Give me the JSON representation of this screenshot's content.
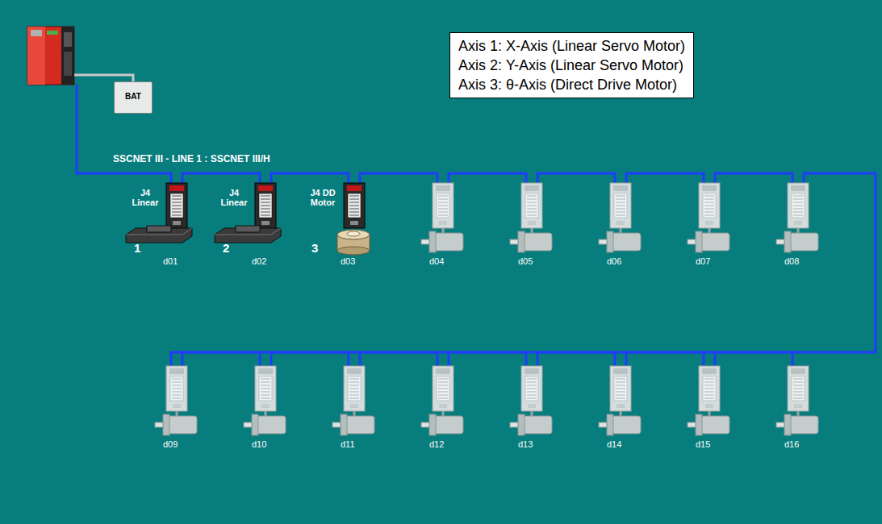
{
  "diagram": {
    "nodes": [
      {
        "text": [
          "Axis 1: X-Axis (Linear Servo Motor)",
          "Axis 2: Y-Axis (Linear Servo Motor)",
          "Axis 3: θ-Axis (Direct Drive Motor)"
        ]
      },
      {
        "text": [
          "BAT"
        ]
      },
      {
        "text": [
          "J4 Linear",
          "1",
          "d01"
        ]
      },
      {
        "text": [
          "J4 Linear",
          "2",
          "d02"
        ]
      },
      {
        "text": [
          "J4 DD Motor",
          "3",
          "d03"
        ]
      },
      {
        "text": [
          "d04"
        ]
      },
      {
        "text": [
          "d05"
        ]
      },
      {
        "text": [
          "d06"
        ]
      },
      {
        "text": [
          "d07"
        ]
      },
      {
        "text": [
          "d08"
        ]
      },
      {
        "text": [
          "d09"
        ]
      },
      {
        "text": [
          "d10"
        ]
      },
      {
        "text": [
          "d11"
        ]
      },
      {
        "text": [
          "d12"
        ]
      },
      {
        "text": [
          "d13"
        ]
      },
      {
        "text": [
          "d14"
        ]
      },
      {
        "text": [
          "d15"
        ]
      },
      {
        "text": [
          "d16"
        ]
      }
    ],
    "edges": [
      {
        "from": 2,
        "to": 3,
        "arrow": "none"
      },
      {
        "from": 3,
        "to": 4,
        "arrow": "none"
      },
      {
        "from": 4,
        "to": 5,
        "arrow": "none"
      },
      {
        "from": 5,
        "to": 6,
        "arrow": "none"
      },
      {
        "from": 6,
        "to": 7,
        "arrow": "none"
      },
      {
        "from": 7,
        "to": 8,
        "arrow": "none"
      },
      {
        "from": 8,
        "to": 9,
        "arrow": "none"
      },
      {
        "from": 9,
        "to": 10,
        "arrow": "none"
      },
      {
        "from": 10,
        "to": 11,
        "arrow": "none"
      },
      {
        "from": 11,
        "to": 12,
        "arrow": "none"
      },
      {
        "from": 12,
        "to": 13,
        "arrow": "none"
      },
      {
        "from": 13,
        "to": 14,
        "arrow": "none"
      },
      {
        "from": 14,
        "to": 15,
        "arrow": "none"
      },
      {
        "from": 15,
        "to": 16,
        "arrow": "none"
      },
      {
        "from": 16,
        "to": 17,
        "arrow": "none"
      }
    ],
    "labels": [
      "SSCNET III - LINE 1 : SSCNET III/H"
    ]
  }
}
